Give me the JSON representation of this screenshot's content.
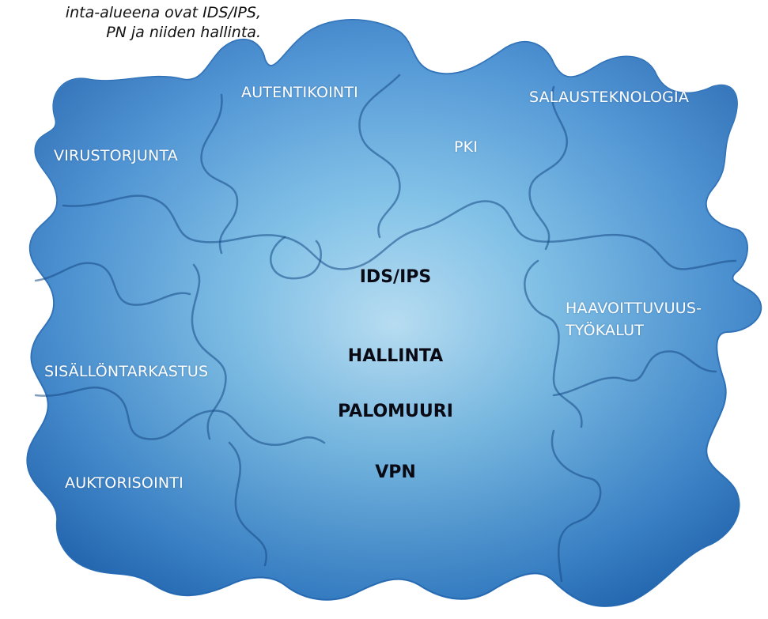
{
  "caption": {
    "line1": "inta-alueena ovat IDS/IPS,",
    "line2": "PN ja niiden hallinta."
  },
  "pieces": {
    "autentikointi": "AUTENTIKOINTI",
    "salausteknologia": "SALAUSTEKNOLOGIA",
    "virustorjunta": "VIRUSTORJUNTA",
    "pki": "PKI",
    "haavoittuvuus_line1": "HAAVOITTUVUUS-",
    "haavoittuvuus_line2": "TYÖKALUT",
    "sisallontarkastus": "SISÄLLÖNTARKASTUS",
    "auktorisointi": "AUKTORISOINTI"
  },
  "center": {
    "items": [
      "IDS/IPS",
      "HALLINTA",
      "PALOMUURI",
      "VPN"
    ]
  },
  "colors": {
    "puzzle_dark": "#1e5fa8",
    "puzzle_mid": "#3b86cc",
    "puzzle_light": "#9fd6f2",
    "seam": "#174a86"
  }
}
